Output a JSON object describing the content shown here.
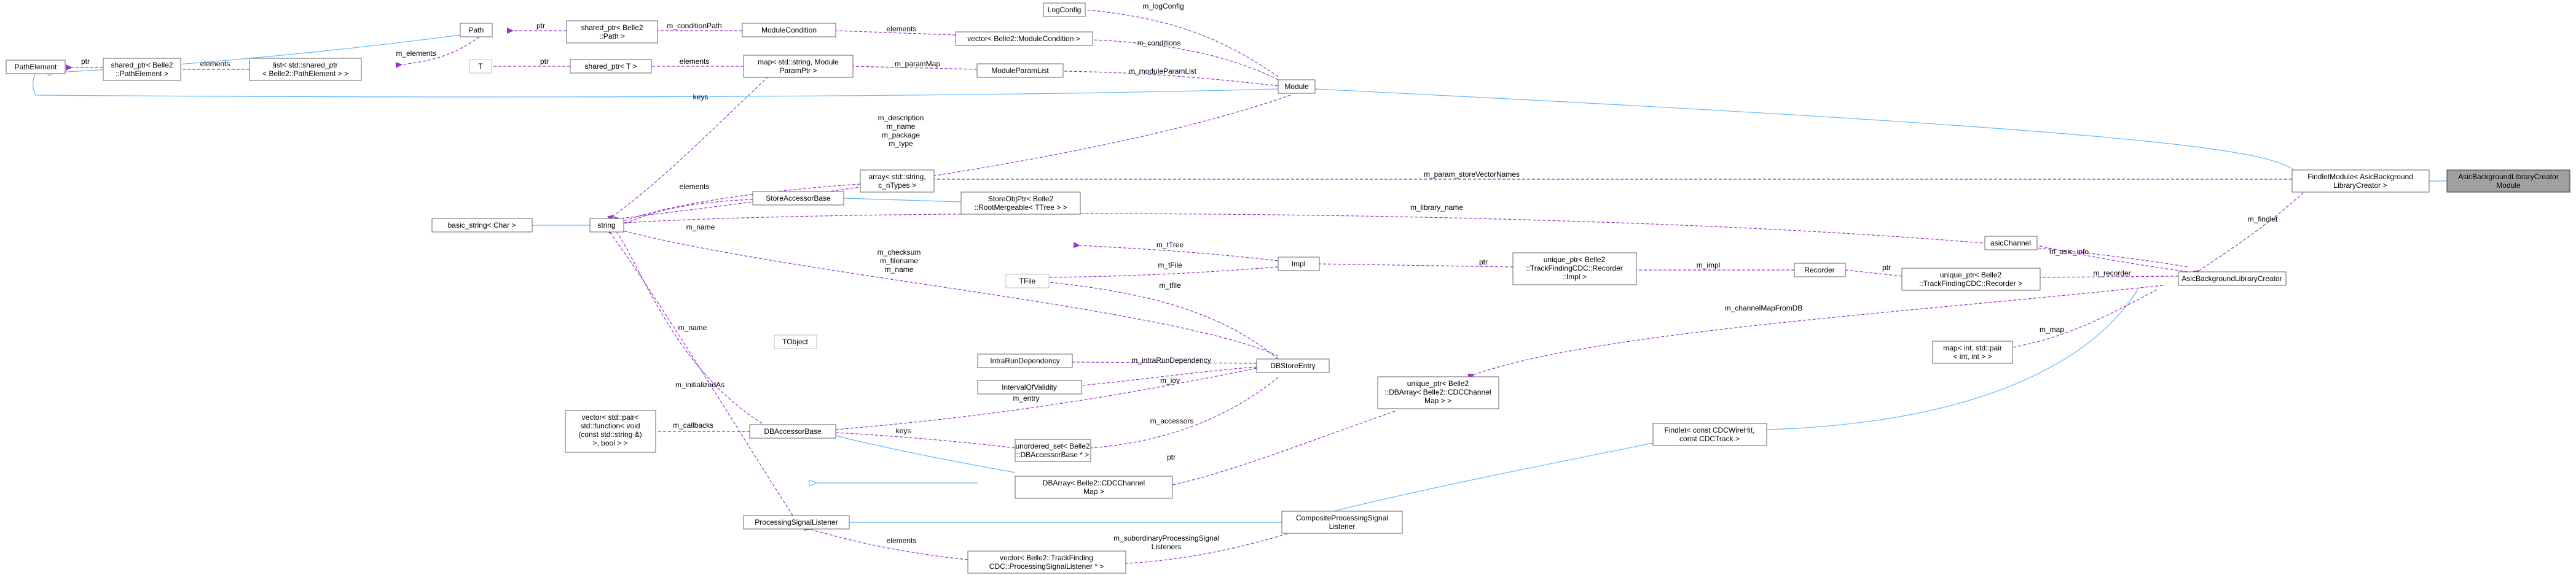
{
  "diagram": {
    "nodes": {
      "logconfig": [
        "LogConfig"
      ],
      "path": [
        "Path"
      ],
      "sp_path": [
        "shared_ptr< Belle2",
        "::Path >"
      ],
      "modcond": [
        "ModuleCondition"
      ],
      "vec_modcond": [
        "vector< Belle2::ModuleCondition >"
      ],
      "pathelement": [
        "PathElement"
      ],
      "sp_pathel": [
        "shared_ptr< Belle2",
        "::PathElement >"
      ],
      "list_sp": [
        "list< std::shared_ptr",
        "< Belle2::PathElement > >"
      ],
      "t": [
        "T"
      ],
      "sp_t": [
        "shared_ptr< T >"
      ],
      "map_modparam": [
        "map< std::string, Module",
        "ParamPtr >"
      ],
      "modparamlist": [
        "ModuleParamList"
      ],
      "module": [
        "Module"
      ],
      "array_str": [
        "array< std::string,",
        "c_nTypes >"
      ],
      "findlet_module": [
        "FindletModule< AsicBackground",
        "LibraryCreator >"
      ],
      "asic_module": [
        "AsicBackgroundLibraryCreator",
        "Module"
      ],
      "basic_string": [
        "basic_string< Char >"
      ],
      "string": [
        "string"
      ],
      "storeaccessor": [
        "StoreAccessorBase"
      ],
      "storeobjptr": [
        "StoreObjPtr< Belle2",
        "::RootMergeable< TTree > >"
      ],
      "impl": [
        "Impl"
      ],
      "up_impl": [
        "unique_ptr< Belle2",
        "::TrackFindingCDC::Recorder",
        "::Impl >"
      ],
      "recorder": [
        "Recorder"
      ],
      "up_recorder": [
        "unique_ptr< Belle2",
        "::TrackFindingCDC::Recorder >"
      ],
      "asicchannel": [
        "asicChannel"
      ],
      "asic_creator": [
        "AsicBackgroundLibraryCreator"
      ],
      "tfile": [
        "TFile"
      ],
      "tobject": [
        "TObject"
      ],
      "intrarun": [
        "IntraRunDependency"
      ],
      "iov": [
        "IntervalOfValidity"
      ],
      "dbstoreentry": [
        "DBStoreEntry"
      ],
      "map_int_pair": [
        "map< int, std::pair",
        "< int, int > >"
      ],
      "up_dbarray": [
        "unique_ptr< Belle2",
        "::DBArray< Belle2::CDCChannel",
        "Map > >"
      ],
      "vec_pair_func": [
        "vector< std::pair<",
        "std::function< void",
        "(const std::string &)",
        ">, bool > >"
      ],
      "dbaccessor": [
        "DBAccessorBase"
      ],
      "unordered_set": [
        "unordered_set< Belle2",
        "::DBAccessorBase * >"
      ],
      "findlet_cdc": [
        "Findlet< const CDCWireHit,",
        "const CDCTrack >"
      ],
      "dbarray": [
        "DBArray< Belle2::CDCChannel",
        "Map >"
      ],
      "procsiglistener": [
        "ProcessingSignalListener"
      ],
      "composite": [
        "CompositeProcessingSignal",
        "Listener"
      ],
      "vec_procsig": [
        "vector< Belle2::TrackFinding",
        "CDC::ProcessingSignalListener * >"
      ]
    },
    "labels": {
      "logconfig": [
        "m_logConfig"
      ],
      "conditions": [
        "m_conditions"
      ],
      "condpath": [
        "m_conditionPath"
      ],
      "ptr_path": [
        "ptr"
      ],
      "elements_modcond": [
        "elements"
      ],
      "elements_list": [
        "m_elements"
      ],
      "ptr_pathel": [
        "ptr"
      ],
      "elements_pathel": [
        "elements"
      ],
      "ptr_t": [
        "ptr"
      ],
      "elements_t": [
        "elements"
      ],
      "parammap": [
        "m_paramMap"
      ],
      "modparamlist": [
        "m_moduleParamList"
      ],
      "keys_map": [
        "keys"
      ],
      "module_strings": [
        "m_description",
        "m_name",
        "m_package",
        "m_type"
      ],
      "elements_array": [
        "elements"
      ],
      "param_store": [
        "m_param_storeVectorNames"
      ],
      "library_name": [
        "m_library_name"
      ],
      "findlet": [
        "m_findlet"
      ],
      "name_store": [
        "m_name"
      ],
      "ttree": [
        "m_tTree"
      ],
      "tfile_impl": [
        "m_tFile"
      ],
      "ptr_impl": [
        "ptr"
      ],
      "impl": [
        "m_impl"
      ],
      "ptr_rec": [
        "ptr"
      ],
      "recorder": [
        "m_recorder"
      ],
      "asic_info": [
        "m_asic_info"
      ],
      "dbentry_strings": [
        "m_checksum",
        "m_filename",
        "m_name"
      ],
      "tfile_db": [
        "m_tfile"
      ],
      "intrarun": [
        "m_intraRunDependency"
      ],
      "iov": [
        "m_iov"
      ],
      "name_db": [
        "m_name"
      ],
      "entry": [
        "m_entry"
      ],
      "accessors": [
        "m_accessors"
      ],
      "keys_set": [
        "keys"
      ],
      "callbacks": [
        "m_callbacks"
      ],
      "initialized": [
        "m_initializedAs"
      ],
      "channelmap": [
        "m_channelMapFromDB"
      ],
      "map": [
        "m_map"
      ],
      "ptr_dbarray": [
        "ptr"
      ],
      "elements_procsig": [
        "elements"
      ],
      "subordinary": [
        "m_subordinaryProcessingSignal",
        "Listeners"
      ]
    }
  }
}
